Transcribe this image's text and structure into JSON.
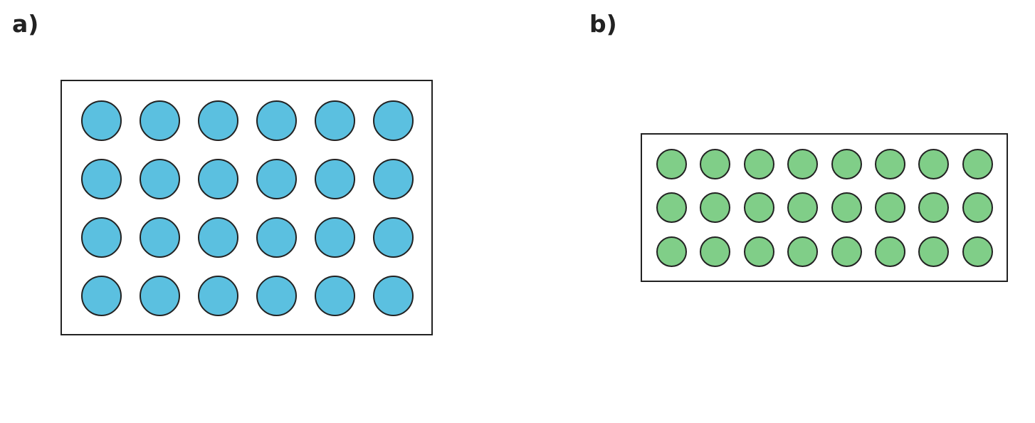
{
  "panels": [
    {
      "label": "a)",
      "rows": 4,
      "cols": 6,
      "dot_color": "#5BC0E0",
      "outline_color": "#222222"
    },
    {
      "label": "b)",
      "rows": 3,
      "cols": 8,
      "dot_color": "#80CE88",
      "outline_color": "#222222"
    }
  ]
}
